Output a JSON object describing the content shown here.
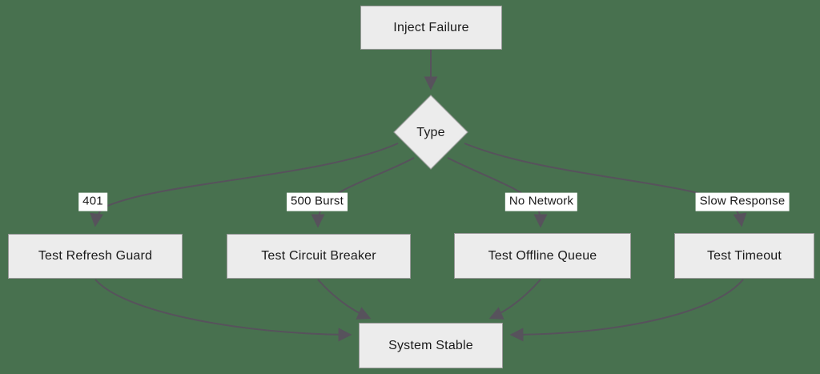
{
  "diagram": {
    "type": "flowchart",
    "colors": {
      "background": "#48714f",
      "node_fill": "#ececec",
      "node_border": "#9a9a9a",
      "edge": "#57525c",
      "label_bg": "#ffffff",
      "text": "#1a1a1a"
    },
    "nodes": {
      "inject_failure": {
        "label": "Inject Failure",
        "shape": "rect"
      },
      "type": {
        "label": "Type",
        "shape": "diamond"
      },
      "test_refresh_guard": {
        "label": "Test Refresh Guard",
        "shape": "rect"
      },
      "test_circuit_breaker": {
        "label": "Test Circuit Breaker",
        "shape": "rect"
      },
      "test_offline_queue": {
        "label": "Test Offline Queue",
        "shape": "rect"
      },
      "test_timeout": {
        "label": "Test Timeout",
        "shape": "rect"
      },
      "system_stable": {
        "label": "System Stable",
        "shape": "rect"
      }
    },
    "edges": [
      {
        "from": "inject_failure",
        "to": "type",
        "label": ""
      },
      {
        "from": "type",
        "to": "test_refresh_guard",
        "label": "401"
      },
      {
        "from": "type",
        "to": "test_circuit_breaker",
        "label": "500 Burst"
      },
      {
        "from": "type",
        "to": "test_offline_queue",
        "label": "No Network"
      },
      {
        "from": "type",
        "to": "test_timeout",
        "label": "Slow Response"
      },
      {
        "from": "test_refresh_guard",
        "to": "system_stable",
        "label": ""
      },
      {
        "from": "test_circuit_breaker",
        "to": "system_stable",
        "label": ""
      },
      {
        "from": "test_offline_queue",
        "to": "system_stable",
        "label": ""
      },
      {
        "from": "test_timeout",
        "to": "system_stable",
        "label": ""
      }
    ],
    "edge_labels": {
      "e401": {
        "label": "401"
      },
      "e500_burst": {
        "label": "500 Burst"
      },
      "no_network": {
        "label": "No Network"
      },
      "slow_response": {
        "label": "Slow Response"
      }
    }
  }
}
